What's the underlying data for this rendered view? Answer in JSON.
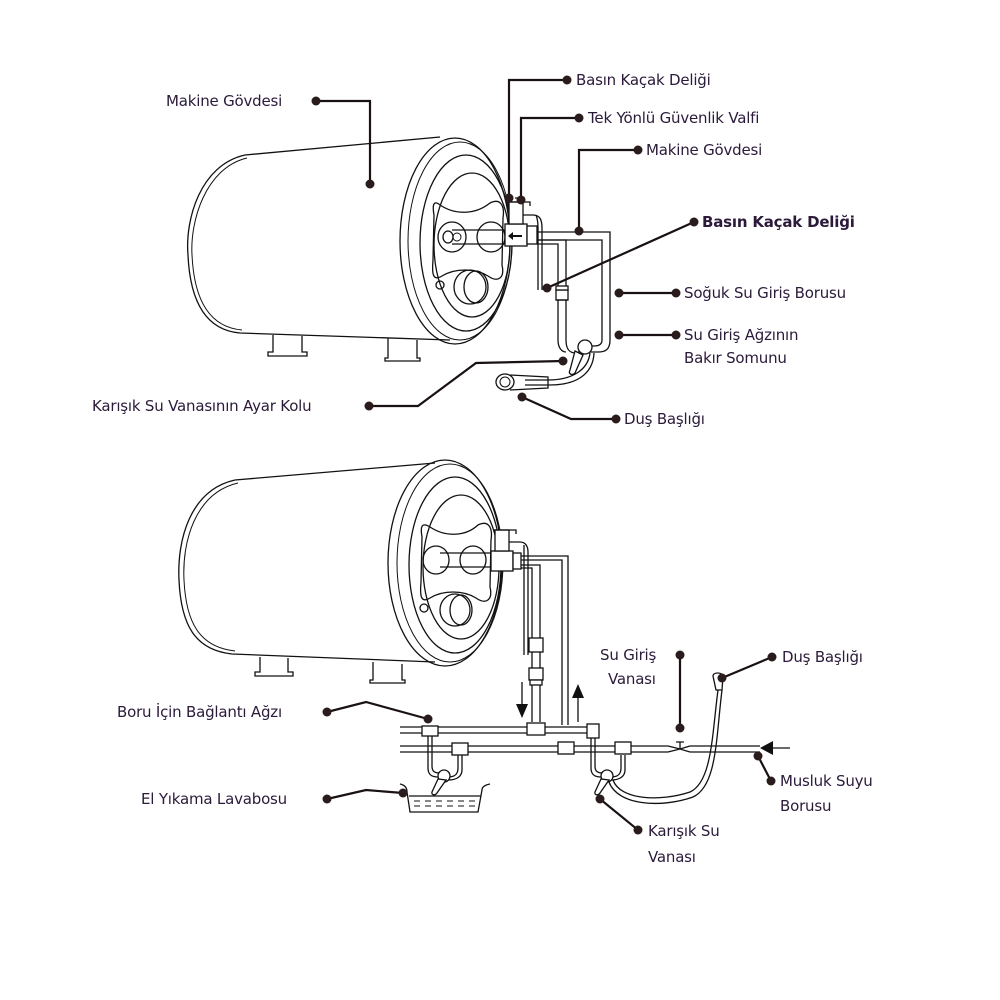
{
  "diagram": {
    "title": "",
    "top_figure": {
      "labels": [
        {
          "id": "makine-govdesi-left",
          "text": "Makine Gövdesi"
        },
        {
          "id": "basin-kacak-deligi-top",
          "text": "Basın Kaçak Deliği"
        },
        {
          "id": "tek-yonlu-guvenlik-valfi",
          "text": "Tek Yönlü Güvenlik Valfi"
        },
        {
          "id": "makine-govdesi-right",
          "text": "Makine Gövdesi"
        },
        {
          "id": "basin-kacak-deligi-bold",
          "text": "Basın Kaçak Deliği"
        },
        {
          "id": "soguk-su-giris-borusu",
          "text": "Soğuk Su Giriş Borusu"
        },
        {
          "id": "su-giris-agzinin-line1",
          "text": "Su Giriş Ağzının"
        },
        {
          "id": "su-giris-agzinin-line2",
          "text": "Bakır Somunu"
        },
        {
          "id": "karisik-su-vanasinin-ayar-kolu",
          "text": "Karışık Su Vanasının Ayar Kolu"
        },
        {
          "id": "dus-basligi-top",
          "text": "Duş Başlığı"
        }
      ]
    },
    "bottom_figure": {
      "labels": [
        {
          "id": "su-giris-vanasi-line1",
          "text": "Su Giriş"
        },
        {
          "id": "su-giris-vanasi-line2",
          "text": "Vanası"
        },
        {
          "id": "dus-basligi-bottom",
          "text": "Duş Başlığı"
        },
        {
          "id": "boru-icin-baglanti-agzi",
          "text": "Boru İçin Bağlantı Ağzı"
        },
        {
          "id": "el-yikama-lavabosu",
          "text": "El Yıkama Lavabosu"
        },
        {
          "id": "musluk-suyu-borusu-line1",
          "text": "Musluk Suyu"
        },
        {
          "id": "musluk-suyu-borusu-line2",
          "text": "Borusu"
        },
        {
          "id": "karisik-su-vanasi-line1",
          "text": "Karışık Su"
        },
        {
          "id": "karisik-su-vanasi-line2",
          "text": "Vanası"
        }
      ]
    },
    "colors": {
      "label_text": "#2b1a3a",
      "leader_line": "#1a1212",
      "drawing_line": "#111111",
      "background": "#ffffff"
    }
  }
}
